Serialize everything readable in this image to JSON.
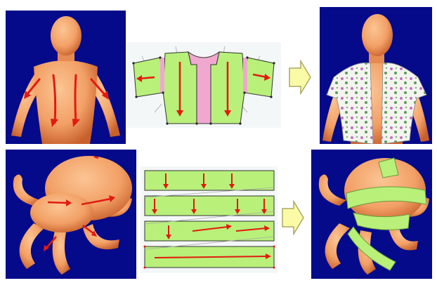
{
  "colors": {
    "background_blue": "#050a8a",
    "skin": "#f2a066",
    "skin_dark": "#d9773f",
    "pattern_green": "#b8f07a",
    "pattern_pink": "#f0a8d0",
    "arrow_red": "#e21a10",
    "next_arrow_fill": "#fbfaa6",
    "next_arrow_stroke": "#a9a960"
  },
  "rows": [
    {
      "input": "mannequin-with-direction-strokes",
      "pattern": "shirt-pattern-pieces",
      "result": "mannequin-wearing-floral-shirt"
    },
    {
      "input": "octopus-with-direction-strokes",
      "pattern": "strip-pattern-pieces",
      "result": "octopus-wrapped-in-green-strips"
    }
  ],
  "icons": [
    "right-arrow-icon",
    "right-arrow-icon"
  ]
}
